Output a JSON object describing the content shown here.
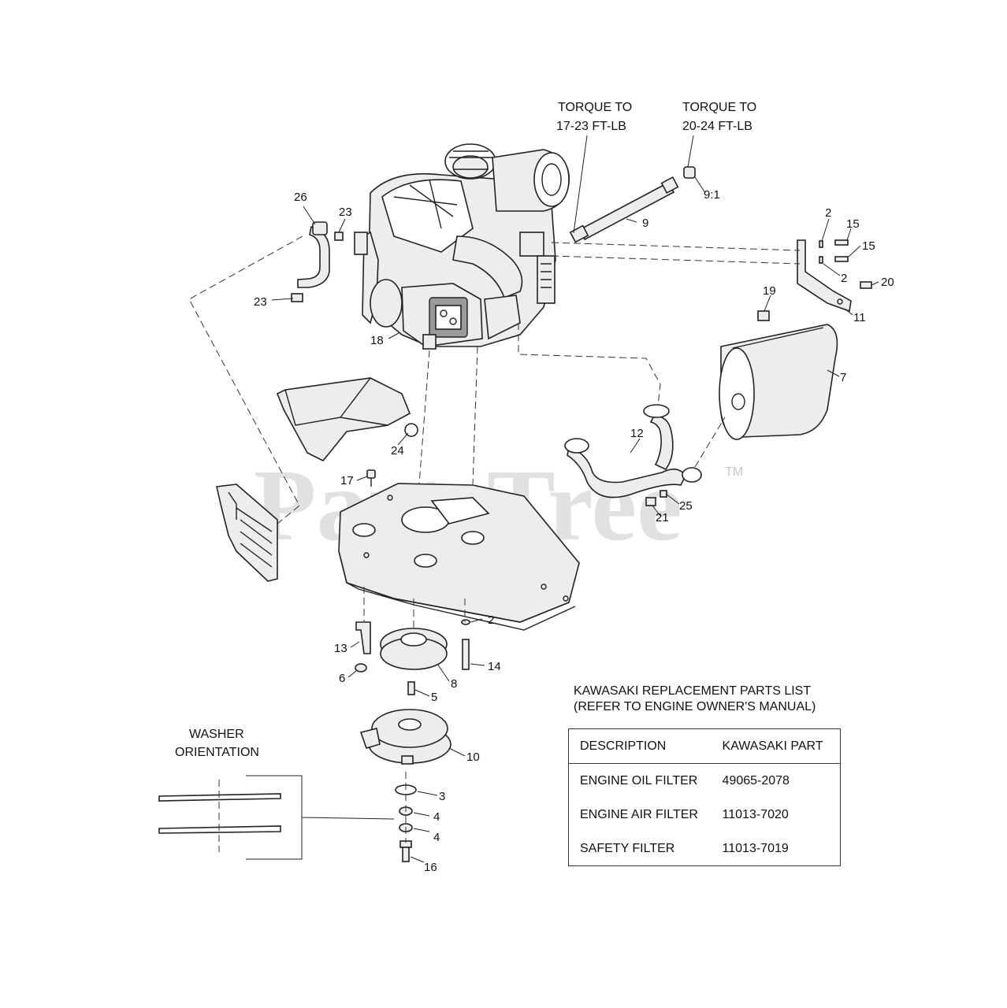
{
  "watermark": {
    "text": "PartsTree",
    "trademark": "TM"
  },
  "notes": {
    "torque_1": [
      "TORQUE TO",
      "17-23 FT-LB"
    ],
    "torque_2": [
      "TORQUE TO",
      "20-24 FT-LB"
    ],
    "washer": [
      "WASHER",
      "ORIENTATION"
    ]
  },
  "callouts": {
    "c2a": "2",
    "c2b": "2",
    "c2c": "2",
    "c3": "3",
    "c4a": "4",
    "c4b": "4",
    "c5": "5",
    "c6": "6",
    "c7": "7",
    "c8": "8",
    "c9": "9",
    "c9_1": "9:1",
    "c10": "10",
    "c11": "11",
    "c12": "12",
    "c13": "13",
    "c14": "14",
    "c15a": "15",
    "c15b": "15",
    "c16": "16",
    "c17": "17",
    "c18": "18",
    "c19": "19",
    "c20": "20",
    "c21": "21",
    "c23a": "23",
    "c23b": "23",
    "c24": "24",
    "c25": "25",
    "c26": "26"
  },
  "parts_list": {
    "title_line1": "KAWASAKI REPLACEMENT PARTS LIST",
    "title_line2": "(REFER TO ENGINE OWNER'S MANUAL)",
    "headers": [
      "DESCRIPTION",
      "KAWASAKI PART"
    ],
    "rows": [
      [
        "ENGINE OIL FILTER",
        "49065-2078"
      ],
      [
        "ENGINE AIR FILTER",
        "11013-7020"
      ],
      [
        "SAFETY FILTER",
        "11013-7019"
      ]
    ]
  }
}
